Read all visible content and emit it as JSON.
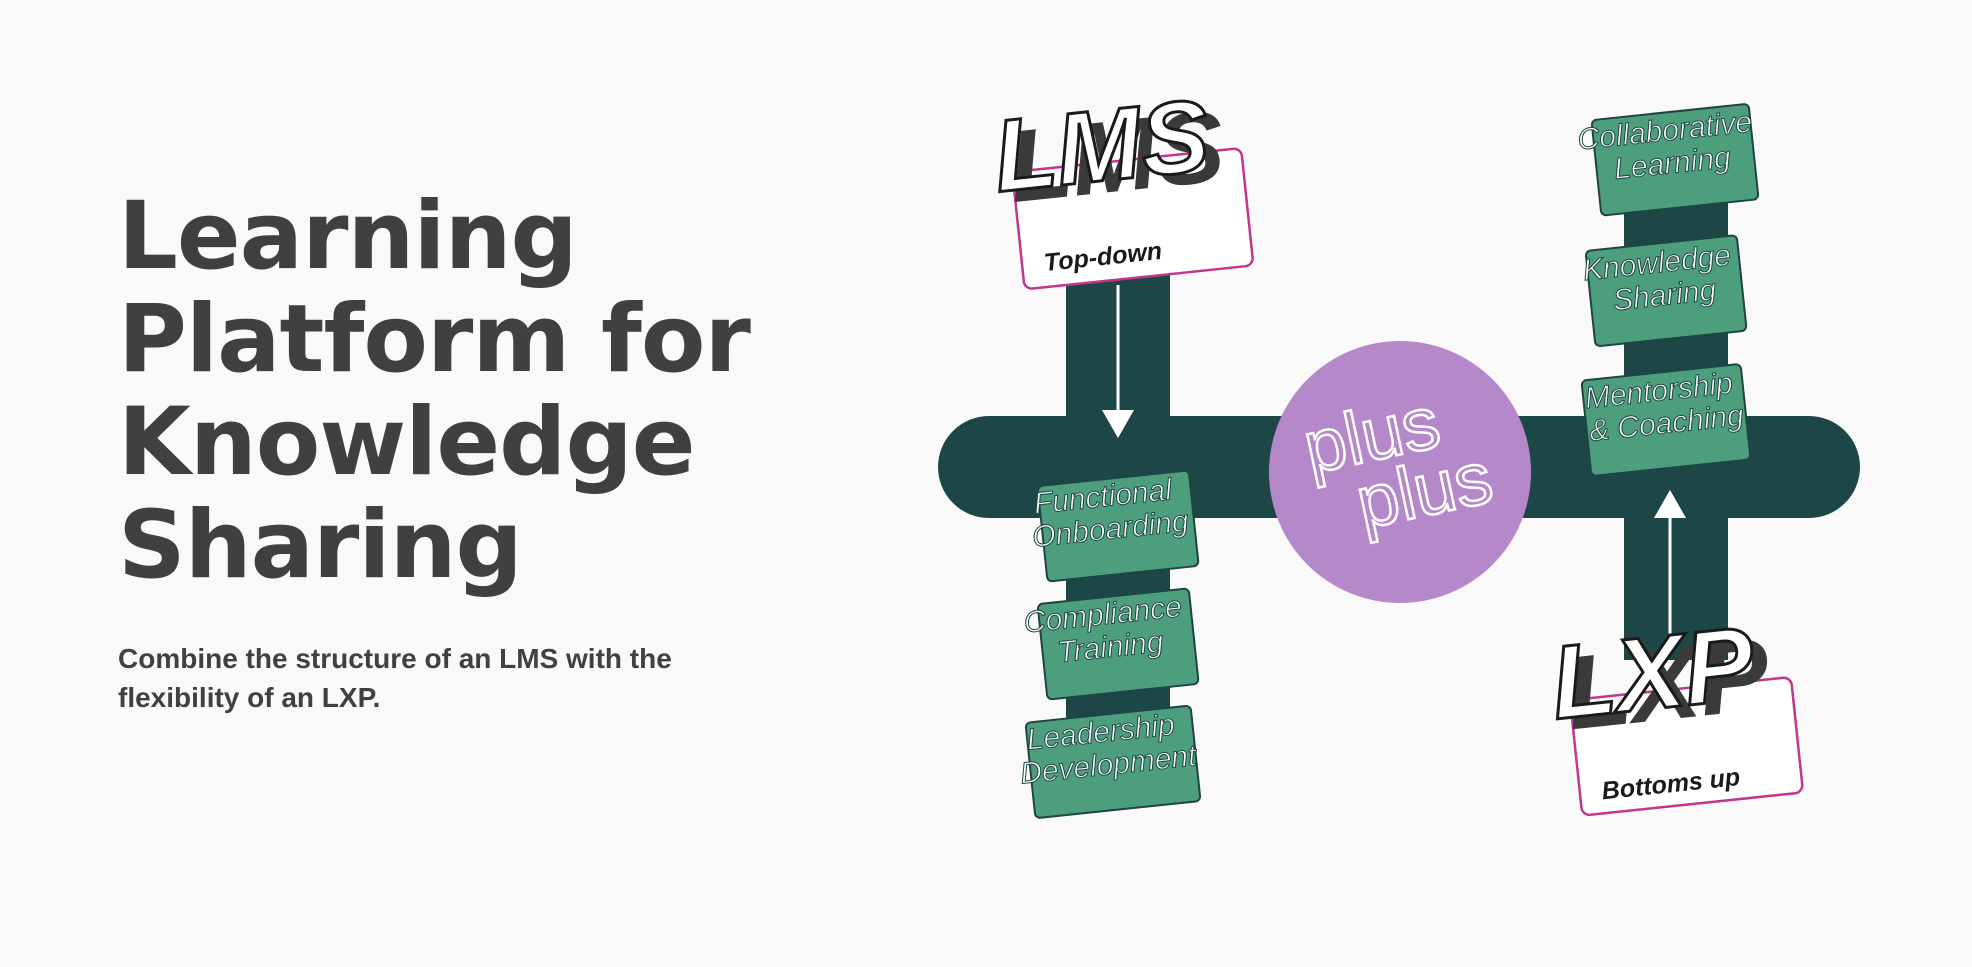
{
  "hero": {
    "title_lines": [
      "Learning",
      "Platform for",
      "Knowledge",
      "Sharing"
    ],
    "subtitle": "Combine the structure of an LMS with the flexibility of an LXP."
  },
  "diagram": {
    "lms": {
      "label": "LMS",
      "sublabel": "Top-down"
    },
    "lxp": {
      "label": "LXP",
      "sublabel": "Bottoms up"
    },
    "center": {
      "logo_lines": [
        "plus",
        "plus"
      ]
    },
    "left_items": [
      {
        "lines": [
          "Functional",
          "Onboarding"
        ]
      },
      {
        "lines": [
          "Compliance",
          "Training"
        ]
      },
      {
        "lines": [
          "Leadership",
          "Development"
        ]
      }
    ],
    "right_items": [
      {
        "lines": [
          "Collaborative",
          "Learning"
        ]
      },
      {
        "lines": [
          "Knowledge",
          "Sharing"
        ]
      },
      {
        "lines": [
          "Mentorship",
          "& Coaching"
        ]
      }
    ]
  },
  "colors": {
    "text": "#423f40",
    "track": "#1d4747",
    "tag_green": "#4d9e7d",
    "tag_border": "#1f4443",
    "circle": "#b589c9",
    "card_border": "#c2378d",
    "bg": "#f9f9f9"
  }
}
